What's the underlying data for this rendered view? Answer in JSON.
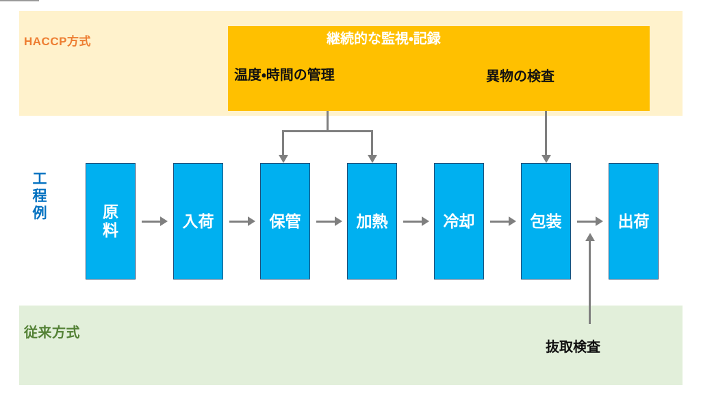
{
  "colors": {
    "cream": "#FFF2CC",
    "gold": "#FFC000",
    "orange_text": "#ED7D31",
    "blue_fill": "#00B0F0",
    "blue_border": "#1F4E79",
    "blue_text": "#0070C0",
    "green_band": "#E2EFDA",
    "green_text": "#538135",
    "arrow_gray": "#7F7F7F",
    "black_text": "#111111",
    "white_text": "#FFFFFF"
  },
  "haccp": {
    "label": "HACCP方式",
    "monitor_title": "継続的な監視・記録",
    "temperature_label": "温度・時間の管理",
    "foreign_object_label": "異物の検査"
  },
  "process": {
    "label": "工程例",
    "steps": [
      "原料",
      "入荷",
      "保管",
      "加熱",
      "冷却",
      "包装",
      "出荷"
    ]
  },
  "conventional": {
    "label": "従来方式",
    "sampling_label": "抜取検査"
  }
}
